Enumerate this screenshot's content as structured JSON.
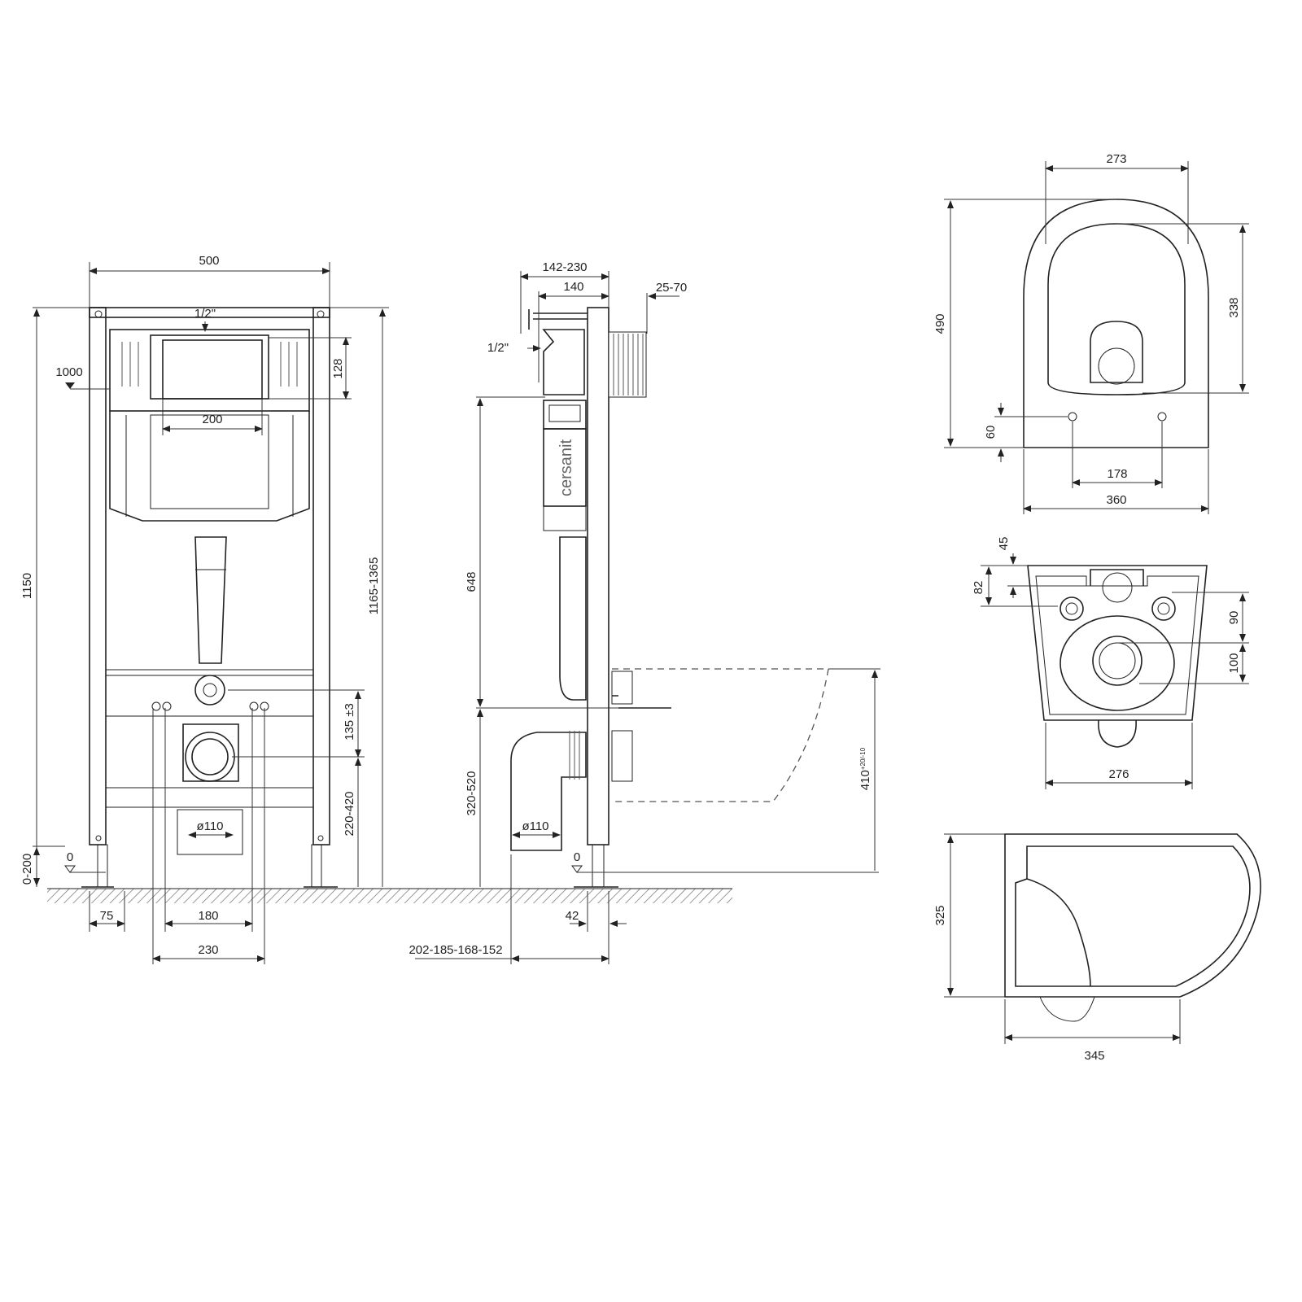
{
  "front_view": {
    "width_total": "500",
    "inlet": "1/2\"",
    "cistern_level": "1000",
    "button_height": "128",
    "button_width": "200",
    "height_frame": "1150",
    "height_adjustable": "1165-1365",
    "outlet_offset": "135 ±3",
    "outlet_height": "220-420",
    "pipe_diameter": "ø110",
    "feet_adjust": "0-200",
    "zero_level": "0",
    "foot_offset": "75",
    "bolt_spacing": "180",
    "bolt_outer_spacing": "230"
  },
  "side_view": {
    "depth_range": "142-230",
    "depth": "140",
    "wall_thickness": "25-70",
    "inlet": "1/2\"",
    "height_to_cistern": "648",
    "outlet_height": "320-520",
    "pipe_diameter": "ø110",
    "zero_level": "0",
    "foot_depth": "42",
    "pipe_offsets": "202-185-168-152",
    "seat_height_main": "410",
    "seat_height_tol": "+20/-10",
    "brand_logo": "cersanit"
  },
  "bowl_top_view": {
    "rim_width": "273",
    "length": "490",
    "inner_length": "338",
    "bolt_offset": "60",
    "bolt_spacing": "178",
    "width": "360"
  },
  "bowl_back_view": {
    "dim_45": "45",
    "dim_82": "82",
    "dim_90": "90",
    "dim_100": "100",
    "width": "276"
  },
  "bowl_side_view": {
    "height": "325",
    "depth": "345"
  }
}
